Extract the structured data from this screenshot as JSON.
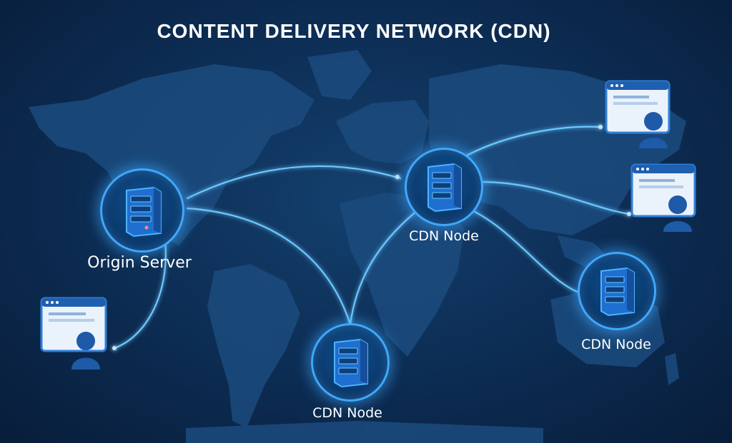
{
  "title": "CONTENT DELIVERY NETWORK (CDN)",
  "nodes": {
    "origin": {
      "label": "Origin Server"
    },
    "cdn_center": {
      "label": "CDN Node"
    },
    "cdn_bottom": {
      "label": "CDN Node"
    },
    "cdn_right": {
      "label": "CDN Node"
    }
  },
  "clients": [
    {
      "id": "client-top-right",
      "icon": "user-browser-icon"
    },
    {
      "id": "client-mid-right",
      "icon": "user-browser-icon"
    },
    {
      "id": "client-bottom-left",
      "icon": "user-browser-icon"
    }
  ],
  "colors": {
    "background": "#0b2a4f",
    "continents": "#1b4b7e",
    "link_glow": "#6cc8ff",
    "node_ring": "#3fa8ff",
    "server_body": "#1e6fd0"
  }
}
